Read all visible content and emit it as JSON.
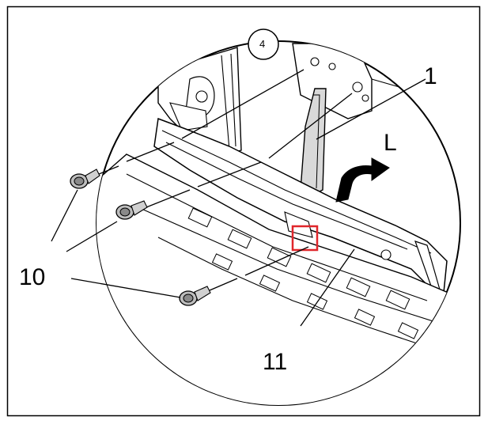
{
  "diagram": {
    "view_callout": "4",
    "callouts": {
      "part_1": "1",
      "direction_L": "L",
      "part_10": "10",
      "part_11": "11"
    },
    "colors": {
      "line": "#000000",
      "background": "#ffffff",
      "part_fill": "#d9d9d9",
      "highlight_box": "#e0262b"
    },
    "icons": [
      "bolt-icon",
      "bolt-icon",
      "bolt-icon",
      "direction-arrow-icon",
      "highlight-box"
    ]
  }
}
